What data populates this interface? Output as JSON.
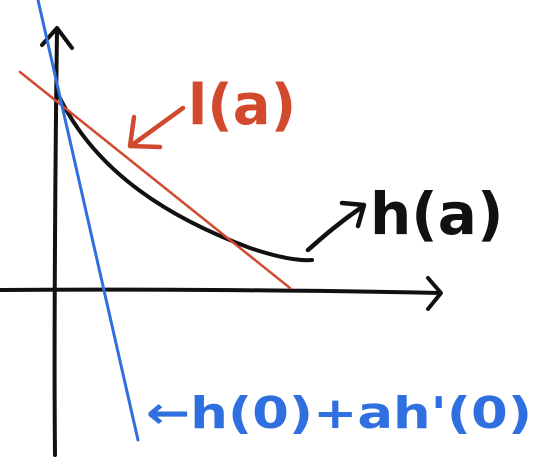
{
  "diagram": {
    "labels": {
      "tangent": "l(a)",
      "curve": "h(a)",
      "blue_line": "←h(0)+ah'(0)"
    },
    "colors": {
      "background": "#ffffff",
      "axes": "#111111",
      "curve": "#111111",
      "tangent": "#d24a2e",
      "blue_line": "#2f6fe0"
    }
  }
}
